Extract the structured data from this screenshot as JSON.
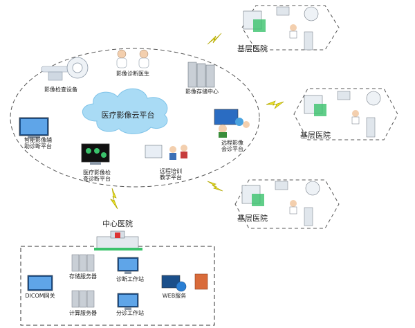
{
  "cloud": {
    "label": "医疗影像云平台"
  },
  "platform_nodes": {
    "imaging_device": "影像检查设备",
    "diagnosis_doctor": "影像诊断医生",
    "storage_center": "影像存储中心",
    "ai_diagnosis_line1": "智能影像辅",
    "ai_diagnosis_line2": "助诊断平台",
    "imaging_review_line1": "医疗影像检",
    "imaging_review_line2": "查诊断平台",
    "remote_training_line1": "远程培训",
    "remote_training_line2": "教学平台",
    "remote_consult_line1": "远程影像",
    "remote_consult_line2": "会诊平台"
  },
  "grassroots_hospitals": [
    "基层医院",
    "基层医院",
    "基层医院"
  ],
  "central_hospital": {
    "title": "中心医院",
    "components": {
      "dicom_gateway": "DICOM网关",
      "storage_server": "存储服务器",
      "diagnosis_workstation": "诊断工作站",
      "web_service": "WEB服务",
      "compute_server": "计算服务器",
      "triage_workstation": "分诊工作站"
    }
  }
}
